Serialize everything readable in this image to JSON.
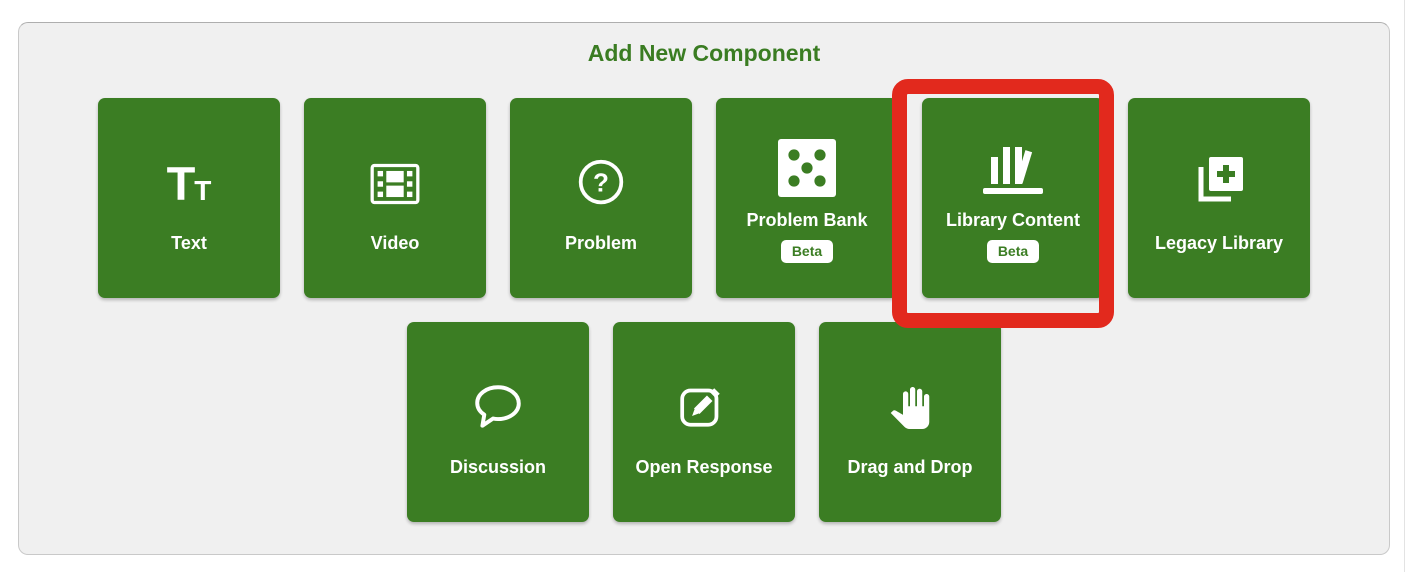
{
  "panel": {
    "title": "Add New Component",
    "glyphs": {
      "text_big": "T",
      "text_small": "T",
      "question": "?"
    },
    "colors": {
      "tile_green": "#3b7d23",
      "title_green": "#3a7c22",
      "panel_background": "#f0f0f0",
      "highlight_red": "#e2291d",
      "beta_badge_background": "#ffffff"
    },
    "rows": [
      {
        "tiles": [
          {
            "label": "Text",
            "icon": "text-icon",
            "beta": false
          },
          {
            "label": "Video",
            "icon": "film-icon",
            "beta": false
          },
          {
            "label": "Problem",
            "icon": "question-circle-icon",
            "beta": false
          },
          {
            "label": "Problem Bank",
            "icon": "dice-icon",
            "beta": true,
            "beta_label": "Beta"
          },
          {
            "label": "Library Content",
            "icon": "bookshelf-icon",
            "beta": true,
            "beta_label": "Beta",
            "highlighted": true
          },
          {
            "label": "Legacy Library",
            "icon": "copy-plus-icon",
            "beta": false
          }
        ]
      },
      {
        "tiles": [
          {
            "label": "Discussion",
            "icon": "speech-bubble-icon",
            "beta": false
          },
          {
            "label": "Open Response",
            "icon": "edit-pencil-icon",
            "beta": false
          },
          {
            "label": "Drag and Drop",
            "icon": "hand-icon",
            "beta": false
          }
        ]
      }
    ],
    "highlight": {
      "target": "Library Content"
    }
  }
}
